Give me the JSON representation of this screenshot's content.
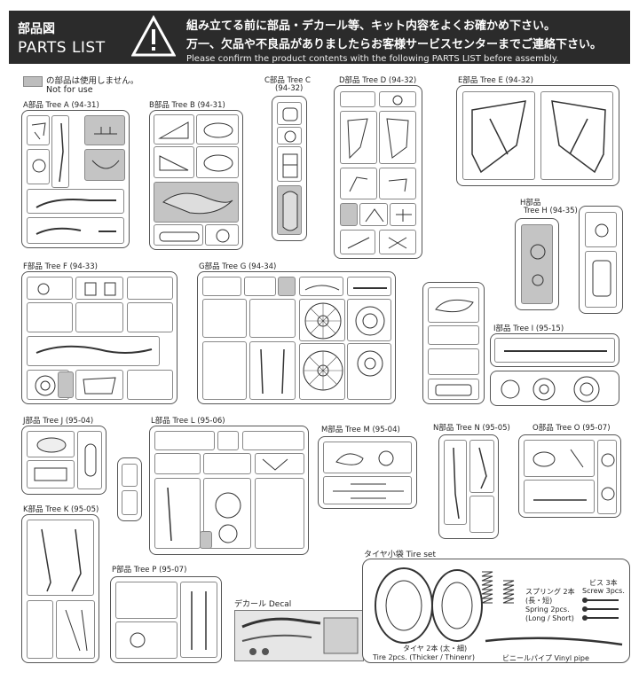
{
  "header": {
    "title_jp": "部品図",
    "title_en": "PARTS LIST",
    "line1": "組み立てる前に部品・デカール等、キット内容をよくお確かめ下さい。",
    "line2": "万一、欠品や不良品がありましたらお客様サービスセンターまでご連絡下さい。",
    "line3": "Please confirm the product contents with the following PARTS LIST before assembly."
  },
  "legend": {
    "jp": "の部品は使用しません。",
    "en": "Not for use",
    "swatch_color": "#bdbdbd"
  },
  "trees": {
    "a": "A部品 Tree A (94-31)",
    "b": "B部品 Tree B (94-31)",
    "c1": "C部品 Tree C",
    "c2": "(94-32)",
    "d": "D部品 Tree D (94-32)",
    "e": "E部品 Tree E (94-32)",
    "h1": "H部品",
    "h2": "Tree H (94-35)",
    "f": "F部品 Tree F (94-33)",
    "g": "G部品 Tree G (94-34)",
    "i": "I部品 Tree I (95-15)",
    "j": "J部品 Tree J (95-04)",
    "l": "L部品 Tree L (95-06)",
    "m": "M部品 Tree M (95-04)",
    "n": "N部品 Tree N (95-05)",
    "o": "O部品 Tree O (95-07)",
    "k": "K部品 Tree K (95-05)",
    "p": "P部品 Tree P (95-07)"
  },
  "tire_set": {
    "title": "タイヤ小袋 Tire set",
    "spring_jp": "スプリング 2本",
    "spring_jp2": "(長・短)",
    "spring_en": "Spring 2pcs.",
    "spring_en2": "(Long / Short)",
    "screw_jp": "ビス 3本",
    "screw_en": "Screw 3pcs.",
    "tire_jp": "タイヤ 2本 (太・細)",
    "tire_en": "Tire 2pcs. (Thicker / Thinenr)",
    "pipe": "ビニールパイプ Vinyl pipe"
  },
  "decal": {
    "label": "デカール Decal"
  }
}
